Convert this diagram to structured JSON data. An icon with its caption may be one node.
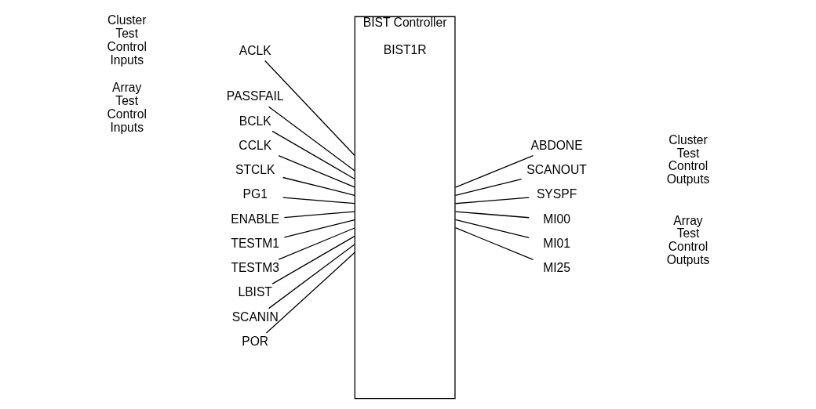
{
  "diagram": {
    "nodes": [
      {
        "text": [
          "BIST Controller",
          "BIST1R"
        ]
      },
      {
        "text": [
          "ACLK"
        ]
      },
      {
        "text": [
          "BCLK"
        ]
      },
      {
        "text": [
          "CCLK"
        ]
      },
      {
        "text": [
          "STCLK"
        ]
      },
      {
        "text": [
          "PG1"
        ]
      },
      {
        "text": [
          "ENABLE"
        ]
      },
      {
        "text": [
          "TESTM1"
        ]
      },
      {
        "text": [
          "TESTM3"
        ]
      },
      {
        "text": [
          "LBIST"
        ]
      },
      {
        "text": [
          "SCANIN"
        ]
      },
      {
        "text": [
          "POR"
        ]
      },
      {
        "text": [
          "PASSFAIL"
        ]
      },
      {
        "text": [
          "ABDONE"
        ]
      },
      {
        "text": [
          "SCANOUT"
        ]
      },
      {
        "text": [
          "SYSPF"
        ]
      },
      {
        "text": [
          "MI00"
        ]
      },
      {
        "text": [
          "MI01"
        ]
      },
      {
        "text": [
          "MI25"
        ]
      }
    ],
    "edges": [
      {
        "from": 1,
        "to": 0,
        "arrow": "none"
      },
      {
        "from": 2,
        "to": 0,
        "arrow": "none"
      },
      {
        "from": 3,
        "to": 0,
        "arrow": "none"
      },
      {
        "from": 4,
        "to": 0,
        "arrow": "none"
      },
      {
        "from": 5,
        "to": 0,
        "arrow": "none"
      },
      {
        "from": 6,
        "to": 0,
        "arrow": "none"
      },
      {
        "from": 7,
        "to": 0,
        "arrow": "none"
      },
      {
        "from": 8,
        "to": 0,
        "arrow": "none"
      },
      {
        "from": 9,
        "to": 0,
        "arrow": "none"
      },
      {
        "from": 10,
        "to": 0,
        "arrow": "none"
      },
      {
        "from": 11,
        "to": 0,
        "arrow": "none"
      },
      {
        "from": 12,
        "to": 0,
        "arrow": "none"
      },
      {
        "from": 0,
        "to": 13,
        "arrow": "none"
      },
      {
        "from": 0,
        "to": 14,
        "arrow": "none"
      },
      {
        "from": 0,
        "to": 15,
        "arrow": "none"
      },
      {
        "from": 0,
        "to": 16,
        "arrow": "none"
      },
      {
        "from": 0,
        "to": 17,
        "arrow": "none"
      },
      {
        "from": 0,
        "to": 18,
        "arrow": "none"
      }
    ],
    "labels": [
      "Cluster Test Control Inputs",
      "Array Test Control Inputs",
      "Cluster Test Control Outputs",
      "Array Test Control Outputs"
    ]
  }
}
